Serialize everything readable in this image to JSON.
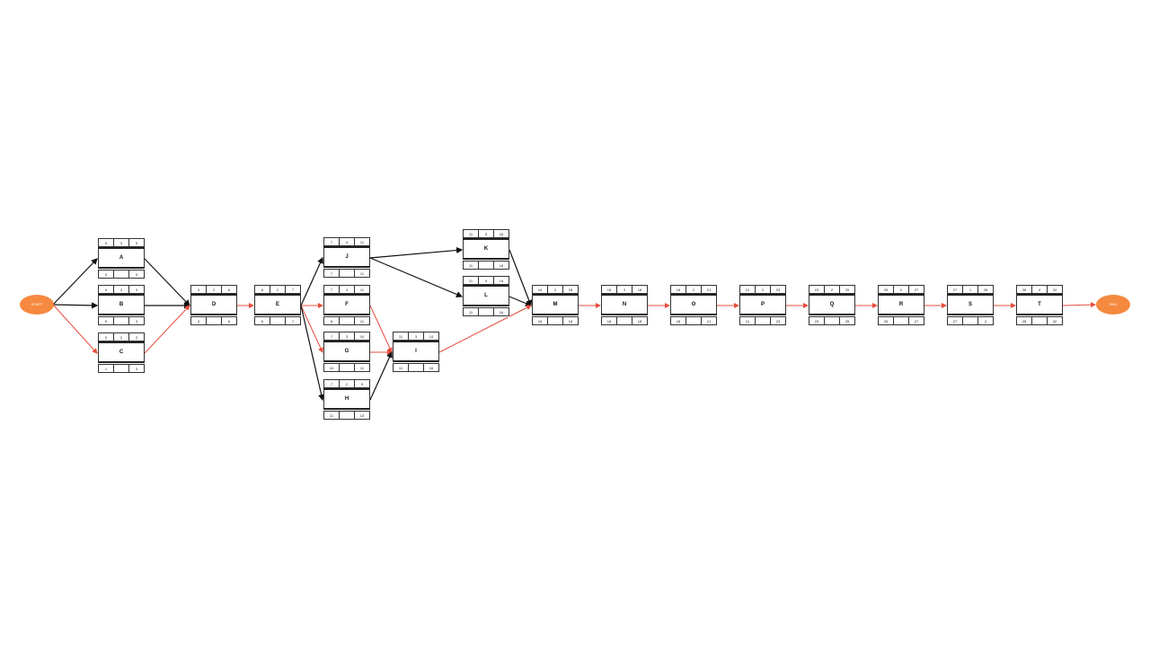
{
  "colors": {
    "critical": "#e74c3c",
    "normal": "#111111",
    "terminal": "#f5893f"
  },
  "start": {
    "label": "START"
  },
  "end": {
    "label": "END"
  },
  "nodes": [
    {
      "id": "A",
      "es": "0",
      "dur": "3",
      "ef": "3",
      "ls": "0",
      "lf": "3"
    },
    {
      "id": "B",
      "es": "0",
      "dur": "3",
      "ef": "3",
      "ls": "0",
      "lf": "3"
    },
    {
      "id": "C",
      "es": "0",
      "dur": "2",
      "ef": "2",
      "ls": "1",
      "lf": "3"
    },
    {
      "id": "D",
      "es": "3",
      "dur": "2",
      "ef": "6",
      "ls": "3",
      "lf": "6"
    },
    {
      "id": "E",
      "es": "6",
      "dur": "2",
      "ef": "7",
      "ls": "6",
      "lf": "7"
    },
    {
      "id": "J",
      "es": "7",
      "dur": "4",
      "ef": "11",
      "ls": "7",
      "lf": "11"
    },
    {
      "id": "F",
      "es": "7",
      "dur": "4",
      "ef": "11",
      "ls": "8",
      "lf": "11"
    },
    {
      "id": "G",
      "es": "7",
      "dur": "3",
      "ef": "10",
      "ls": "10",
      "lf": "11"
    },
    {
      "id": "H",
      "es": "7",
      "dur": "2",
      "ef": "9",
      "ls": "11",
      "lf": "13"
    },
    {
      "id": "K",
      "es": "11",
      "dur": "5",
      "ef": "16",
      "ls": "11",
      "lf": "16"
    },
    {
      "id": "L",
      "es": "11",
      "dur": "5",
      "ef": "16",
      "ls": "11",
      "lf": "16"
    },
    {
      "id": "I",
      "es": "11",
      "dur": "3",
      "ef": "14",
      "ls": "11",
      "lf": "16"
    },
    {
      "id": "M",
      "es": "16",
      "dur": "2",
      "ef": "18",
      "ls": "16",
      "lf": "18"
    },
    {
      "id": "N",
      "es": "18",
      "dur": "3",
      "ef": "18",
      "ls": "18",
      "lf": "18"
    },
    {
      "id": "O",
      "es": "18",
      "dur": "2",
      "ef": "21",
      "ls": "18",
      "lf": "21"
    },
    {
      "id": "P",
      "es": "21",
      "dur": "2",
      "ef": "23",
      "ls": "21",
      "lf": "23"
    },
    {
      "id": "Q",
      "es": "23",
      "dur": "2",
      "ef": "25",
      "ls": "23",
      "lf": "25"
    },
    {
      "id": "R",
      "es": "25",
      "dur": "2",
      "ef": "27",
      "ls": "25",
      "lf": "27"
    },
    {
      "id": "S",
      "es": "27",
      "dur": "1",
      "ef": "28",
      "ls": "27",
      "lf": "2"
    },
    {
      "id": "T",
      "es": "28",
      "dur": "4",
      "ef": "32",
      "ls": "28",
      "lf": "32"
    }
  ],
  "edges": [
    {
      "from": "START",
      "to": "A",
      "critical": false
    },
    {
      "from": "START",
      "to": "B",
      "critical": false
    },
    {
      "from": "START",
      "to": "C",
      "critical": true
    },
    {
      "from": "A",
      "to": "D",
      "critical": false
    },
    {
      "from": "B",
      "to": "D",
      "critical": false
    },
    {
      "from": "C",
      "to": "D",
      "critical": true
    },
    {
      "from": "D",
      "to": "E",
      "critical": true
    },
    {
      "from": "E",
      "to": "J",
      "critical": false
    },
    {
      "from": "E",
      "to": "F",
      "critical": true
    },
    {
      "from": "E",
      "to": "G",
      "critical": true
    },
    {
      "from": "E",
      "to": "H",
      "critical": false
    },
    {
      "from": "J",
      "to": "K",
      "critical": false
    },
    {
      "from": "J",
      "to": "L",
      "critical": false
    },
    {
      "from": "F",
      "to": "I",
      "critical": true
    },
    {
      "from": "G",
      "to": "I",
      "critical": true
    },
    {
      "from": "H",
      "to": "I",
      "critical": false
    },
    {
      "from": "K",
      "to": "M",
      "critical": false
    },
    {
      "from": "L",
      "to": "M",
      "critical": false
    },
    {
      "from": "I",
      "to": "M",
      "critical": true
    },
    {
      "from": "M",
      "to": "N",
      "critical": true
    },
    {
      "from": "N",
      "to": "O",
      "critical": true
    },
    {
      "from": "O",
      "to": "P",
      "critical": true
    },
    {
      "from": "P",
      "to": "Q",
      "critical": true
    },
    {
      "from": "Q",
      "to": "R",
      "critical": true
    },
    {
      "from": "R",
      "to": "S",
      "critical": true
    },
    {
      "from": "S",
      "to": "T",
      "critical": true
    },
    {
      "from": "T",
      "to": "END",
      "critical": true
    }
  ]
}
